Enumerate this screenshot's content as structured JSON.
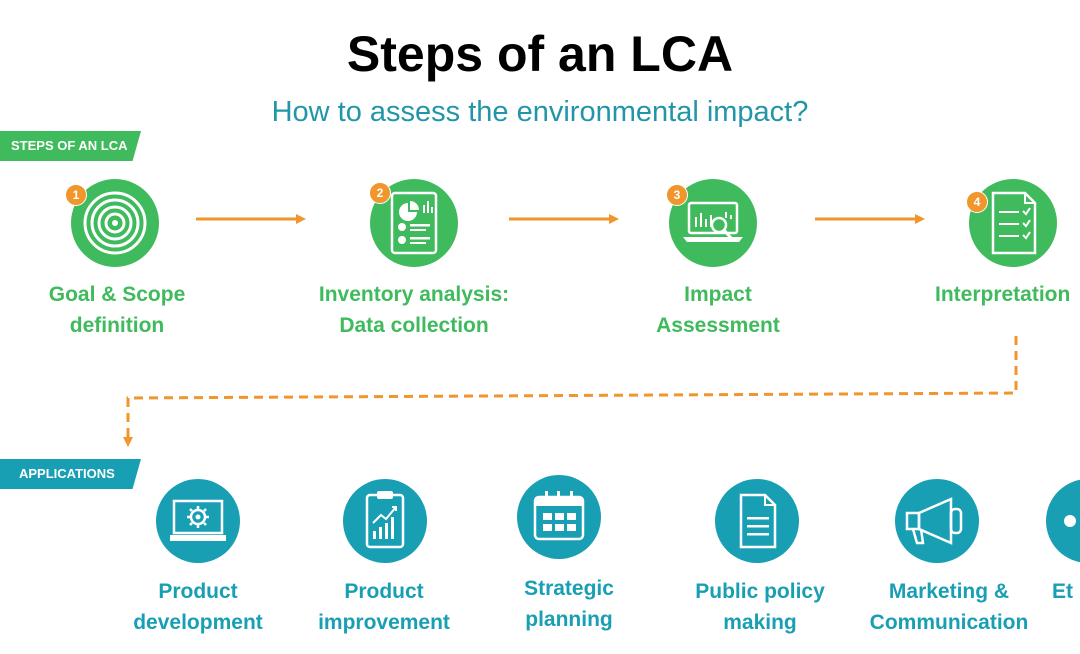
{
  "header": {
    "title": "Steps of an LCA",
    "subtitle": "How to assess the environmental impact?"
  },
  "sections": {
    "steps_label": "STEPS OF AN LCA",
    "applications_label": "APPLICATIONS"
  },
  "steps": [
    {
      "number": "1",
      "icon": "target-icon",
      "lines": [
        "Goal & Scope",
        "definition"
      ]
    },
    {
      "number": "2",
      "icon": "report-chart-icon",
      "lines": [
        "Inventory analysis:",
        "Data collection"
      ]
    },
    {
      "number": "3",
      "icon": "laptop-magnifier-icon",
      "lines": [
        "Impact",
        "Assessment"
      ]
    },
    {
      "number": "4",
      "icon": "checklist-icon",
      "lines": [
        "Interpretation",
        ""
      ]
    }
  ],
  "applications": [
    {
      "icon": "blueprint-gear-icon",
      "lines": [
        "Product",
        "development"
      ]
    },
    {
      "icon": "clipboard-growth-icon",
      "lines": [
        "Product",
        "improvement"
      ]
    },
    {
      "icon": "calendar-icon",
      "lines": [
        "Strategic",
        "planning"
      ]
    },
    {
      "icon": "document-icon",
      "lines": [
        "Public policy",
        "making"
      ]
    },
    {
      "icon": "megaphone-icon",
      "lines": [
        "Marketing &",
        "Communication"
      ]
    },
    {
      "icon": "more-icon",
      "lines": [
        "Et",
        ""
      ]
    }
  ],
  "colors": {
    "step_green": "#3fba5c",
    "application_blue": "#199fb4",
    "arrow_orange": "#f0962d",
    "subtitle_teal": "#2196a8"
  }
}
